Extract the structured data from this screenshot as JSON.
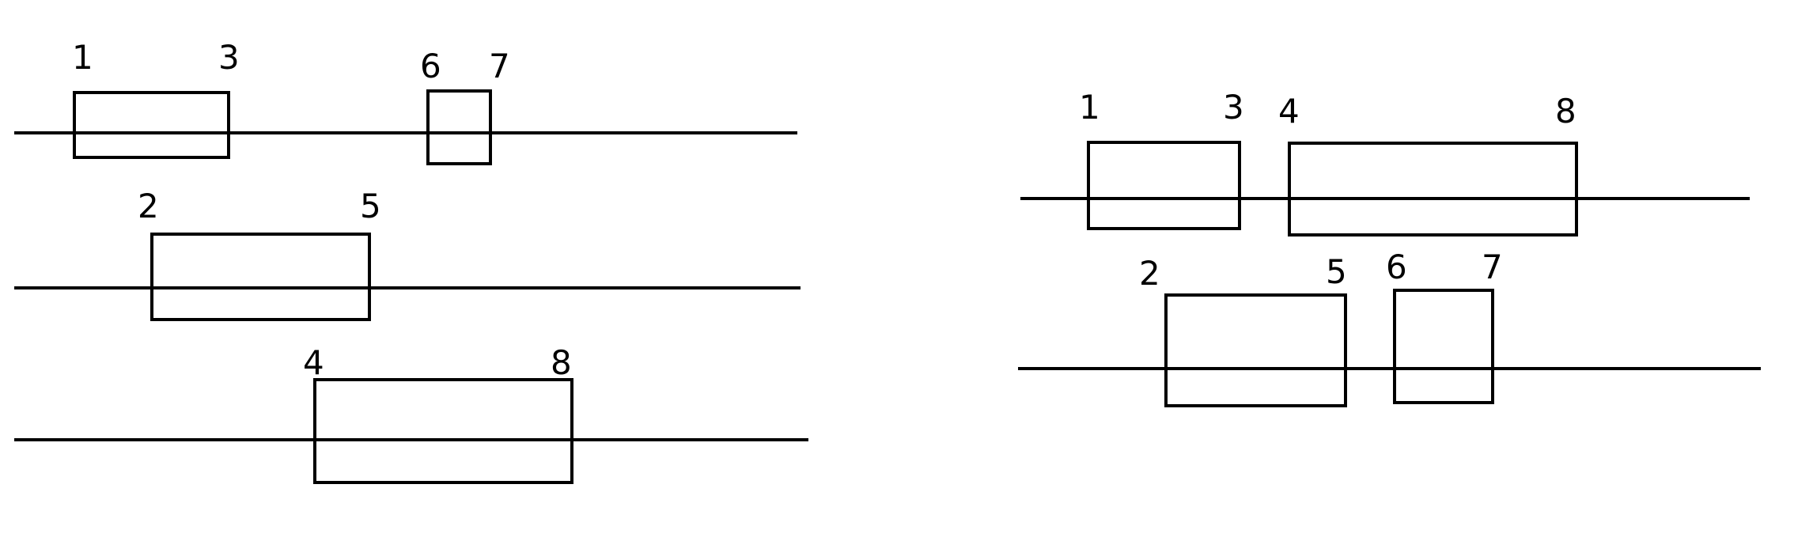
{
  "diagram": {
    "left_panel": {
      "row1": {
        "box_a": {
          "start": "1",
          "end": "3"
        },
        "box_b": {
          "start": "6",
          "end": "7"
        }
      },
      "row2": {
        "box_a": {
          "start": "2",
          "end": "5"
        }
      },
      "row3": {
        "box_a": {
          "start": "4",
          "end": "8"
        }
      }
    },
    "right_panel": {
      "row1": {
        "box_a": {
          "start": "1",
          "end": "3"
        },
        "box_b": {
          "start": "4",
          "end": "8"
        }
      },
      "row2": {
        "box_a": {
          "start": "2",
          "end": "5"
        },
        "box_b": {
          "start": "6",
          "end": "7"
        }
      }
    }
  }
}
